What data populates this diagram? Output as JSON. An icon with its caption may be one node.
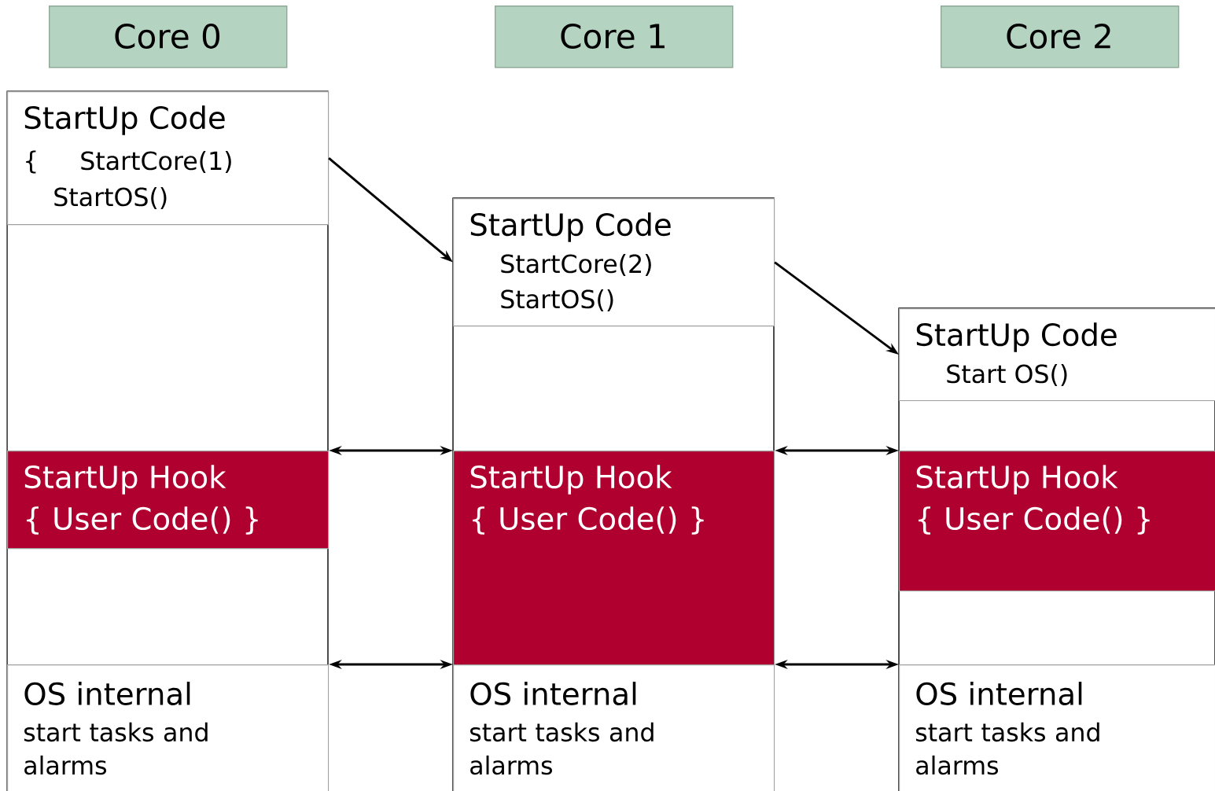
{
  "diagram": {
    "nodes": [
      {
        "text": [
          "Core 0"
        ]
      },
      {
        "text": [
          "Core 1"
        ]
      },
      {
        "text": [
          "Core 2"
        ]
      },
      {
        "text": [
          "StartUp Code",
          "{",
          "StartCore(1)",
          "StartOS()"
        ]
      },
      {
        "text": [
          "StartUp Hook",
          "{ User Code() }"
        ]
      },
      {
        "text": [
          "OS internal",
          "start tasks and alarms"
        ]
      },
      {
        "text": [
          "StartUp Code",
          "StartCore(2)",
          "StartOS()"
        ]
      },
      {
        "text": [
          "StartUp Hook",
          "{ User Code() }"
        ]
      },
      {
        "text": [
          "OS internal",
          "start tasks and alarms"
        ]
      },
      {
        "text": [
          "StartUp Code",
          "Start OS()"
        ]
      },
      {
        "text": [
          "StartUp Hook",
          "{ User Code() }"
        ]
      },
      {
        "text": [
          "OS internal",
          "start tasks and alarms"
        ]
      }
    ],
    "edges": [
      {
        "from": 3,
        "to": 6,
        "arrow": "to"
      },
      {
        "from": 6,
        "to": 9,
        "arrow": "to"
      },
      {
        "from": 4,
        "to": 7,
        "arrow": "both"
      },
      {
        "from": 7,
        "to": 10,
        "arrow": "both"
      },
      {
        "from": 5,
        "to": 8,
        "arrow": "both"
      },
      {
        "from": 8,
        "to": 11,
        "arrow": "both"
      }
    ]
  }
}
